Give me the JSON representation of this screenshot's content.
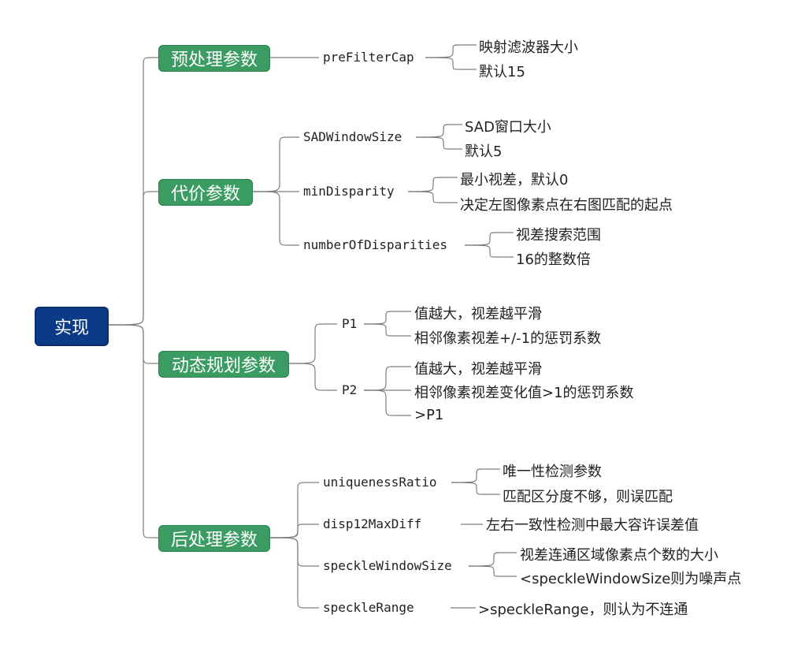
{
  "root": "实现",
  "branches": [
    {
      "label": "预处理参数",
      "params": [
        {
          "name": "preFilterCap",
          "notes": [
            "映射滤波器大小",
            "默认15"
          ]
        }
      ]
    },
    {
      "label": "代价参数",
      "params": [
        {
          "name": "SADWindowSize",
          "notes": [
            "SAD窗口大小",
            "默认5"
          ]
        },
        {
          "name": "minDisparity",
          "notes": [
            "最小视差，默认0",
            "决定左图像素点在右图匹配的起点"
          ]
        },
        {
          "name": "numberOfDisparities",
          "notes": [
            "视差搜索范围",
            "16的整数倍"
          ]
        }
      ]
    },
    {
      "label": "动态规划参数",
      "params": [
        {
          "name": "P1",
          "notes": [
            "值越大，视差越平滑",
            "相邻像素视差+/-1的惩罚系数"
          ]
        },
        {
          "name": "P2",
          "notes": [
            "值越大，视差越平滑",
            "相邻像素视差变化值>1的惩罚系数",
            ">P1"
          ]
        }
      ]
    },
    {
      "label": "后处理参数",
      "params": [
        {
          "name": "uniquenessRatio",
          "notes": [
            "唯一性检测参数",
            "匹配区分度不够，则误匹配"
          ]
        },
        {
          "name": "disp12MaxDiff",
          "notes": [
            "左右一致性检测中最大容许误差值"
          ]
        },
        {
          "name": "speckleWindowSize",
          "notes": [
            "视差连通区域像素点个数的大小",
            "<speckleWindowSize则为噪声点"
          ]
        },
        {
          "name": "speckleRange",
          "notes": [
            ">speckleRange，则认为不连通"
          ]
        }
      ]
    }
  ],
  "colors": {
    "root": "#0b3a86",
    "branch": "#3b9c63",
    "line": "#7f7f7f",
    "text": "#222222"
  }
}
